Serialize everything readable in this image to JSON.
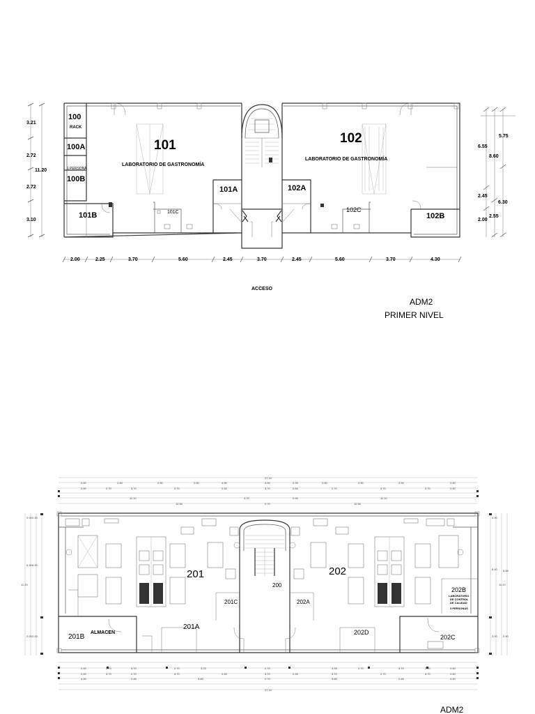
{
  "level1": {
    "caption": {
      "code": "ADM2",
      "name": "PRIMER NIVEL"
    },
    "access_label": "ACCESO",
    "rooms": {
      "r100": "100",
      "r100_sub": "RACK",
      "r100a": "100A",
      "r100a_sub": "1 PERSONA",
      "r100b": "100B",
      "r101": "101",
      "r101_name": "LABORATORIO DE GASTRONOMÍA",
      "r101a": "101A",
      "r101b": "101B",
      "r101c": "101C",
      "r102": "102",
      "r102_name": "LABORATORIO DE GASTRONOMÍA",
      "r102a": "102A",
      "r102b": "102B",
      "r102c": "102C"
    },
    "dims_bottom": [
      "2.00",
      "2.25",
      "3.70",
      "5.60",
      "2.45",
      "3.70",
      "2.45",
      "5.60",
      "3.70",
      "4.30"
    ],
    "dims_left": [
      "3.21",
      "2.72",
      "11.20",
      "2.72",
      "3.10"
    ],
    "dims_right": [
      "5.75",
      "6.55",
      "8.60",
      "2.45",
      "6.30",
      "2.00",
      "2.55"
    ]
  },
  "level2": {
    "caption": {
      "code": "ADM2"
    },
    "rooms": {
      "r200": "200",
      "r201": "201",
      "r201a": "201A",
      "r201b": "201B",
      "r201c": "201C",
      "almacen": "ALMACEN",
      "r202": "202",
      "r202a": "202A",
      "r202b": "202B",
      "r202b_sub": [
        "LABORATORIO",
        "DE CONTROL",
        "DE CALIDAD",
        "3 PERSONAS"
      ],
      "r202c": "202C",
      "r202d": "202D"
    },
    "dims_top": [
      "27.10"
    ],
    "dims_top_row1": [
      "2.40",
      "2.50",
      "2.50",
      "2.50",
      "4.90",
      "3.50",
      "2.25",
      "2.50",
      "2.50",
      "2.50",
      "2.40"
    ],
    "dims_top_row2": [
      "2.40",
      "2.70",
      "3.70",
      "2.70",
      "2.45",
      "3.70",
      "2.45",
      "2.70",
      "3.70",
      "2.70",
      "2.40"
    ],
    "dims_top_row3": [
      "11.10",
      "3.70",
      "2.45",
      "11.10"
    ],
    "dims_top_row4": [
      "12.50",
      "2.70",
      "12.50"
    ],
    "dims_bottom_row1": [
      "2.40",
      "2.70",
      "3.70",
      "2.70",
      "3.25",
      "2.70",
      "3.25",
      "2.70",
      "3.70",
      "2.70",
      "2.40"
    ],
    "dims_bottom_row2": [
      "2.40",
      "3.70",
      "2.70",
      "3.70",
      "2.45",
      "3.70",
      "2.45",
      "3.70",
      "2.70",
      "3.70",
      "2.40"
    ],
    "dims_bottom_row3": [
      "4.40",
      "2.45",
      "5.60",
      "2.70",
      "5.60",
      "2.45",
      "4.40"
    ],
    "dims_bottom_total": [
      "27.10"
    ],
    "dims_left": [
      "0.90",
      "0.30",
      "6.30",
      "6.30",
      "2.20",
      "2.00",
      "11.20"
    ],
    "dims_right": [
      "0.90",
      "8.40",
      "6.65",
      "2.00",
      "2.50",
      "11.20"
    ]
  }
}
